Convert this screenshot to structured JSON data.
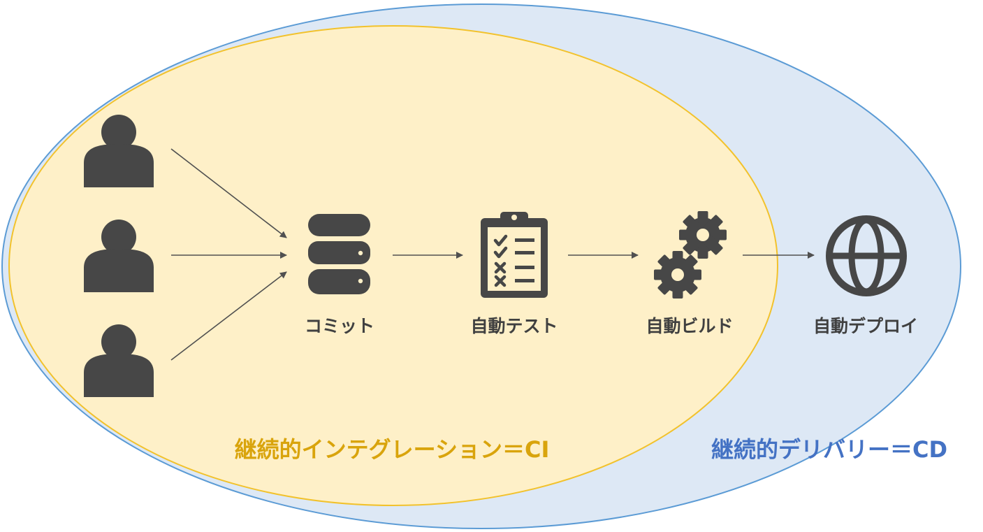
{
  "colors": {
    "cd_fill": "#dde8f5",
    "cd_stroke": "#5b9bd5",
    "ci_fill": "#fef0c8",
    "ci_stroke": "#f2c22c",
    "icon": "#474747",
    "arrow": "#505050",
    "label_text": "#404040",
    "ci_label": "#d9a40c",
    "cd_label": "#4472c4"
  },
  "regions": {
    "cd_label": "継続的デリバリー＝CD",
    "ci_label": "継続的インテグレーション＝CI"
  },
  "developers": [
    {
      "icon": "person-icon"
    },
    {
      "icon": "person-icon"
    },
    {
      "icon": "person-icon"
    }
  ],
  "steps": [
    {
      "icon": "database-icon",
      "label": "コミット"
    },
    {
      "icon": "clipboard-checklist-icon",
      "label": "自動テスト"
    },
    {
      "icon": "gears-icon",
      "label": "自動ビルド"
    },
    {
      "icon": "globe-icon",
      "label": "自動デプロイ"
    }
  ]
}
